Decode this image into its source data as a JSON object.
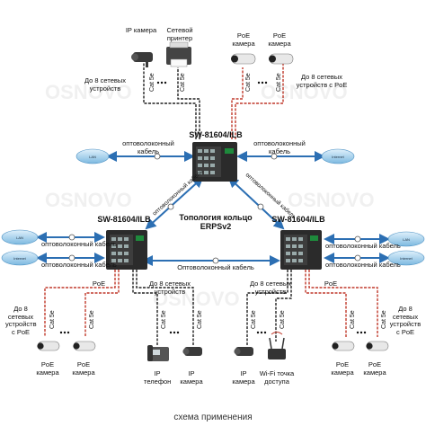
{
  "diagram": {
    "ring_title_line1": "Топология кольцо",
    "ring_title_line2": "ERPSv2",
    "switch_top_label": "SW-81604/ILB",
    "switch_left_label": "SW-81604/ILB",
    "switch_right_label": "SW-81604/ILB",
    "link_fiber_top_left": "оптоволоконный кабель",
    "link_fiber_top_right": "оптоволоконный кабель",
    "link_fiber_left_diag": "оптоволоконный кабель",
    "link_fiber_right_diag": "оптоволоконный кабель",
    "link_fiber_left_lan": "оптоволоконный кабель",
    "link_fiber_left_lan2": "оптоволоконный кабель",
    "link_fiber_bottom": "Оптоволоконный кабель",
    "link_fiber_right_lan": "оптоволоконный кабель",
    "link_fiber_right_lan2": "оптоволоконный кабель",
    "top_ip_camera": "IP камера",
    "top_printer": "Сетевой принтер",
    "top_poe_cameras": "PoE камера",
    "top_poe_cameras2": "PoE камера",
    "top_devices_left": "До 8 сетевых устройств",
    "top_devices_right": "До 8 сетевых устройств с PoE",
    "cat5e": "Cat 5e",
    "poe": "PoE",
    "left_devices": "До 8 сетевых устройств с PoE",
    "left_cam1": "PoE камера",
    "left_cam2": "PoE камера",
    "left_devices_mid": "До 8 сетевых устройств",
    "phone": "IP телефон",
    "left_ipcam": "IP камера",
    "right_devices_mid": "До 8 сетевых устройств",
    "right_ipcam": "IP камера",
    "wifi": "Wi-Fi точка доступа",
    "right_devices": "До 8 сетевых устройств с PoE",
    "right_cam1": "PoE камера",
    "right_cam2": "PoE камера",
    "cloud_lan": "LAN",
    "cloud_internet": "Internet",
    "footer_caption": "схема применения"
  },
  "colors": {
    "fiber": "#2c6fb3",
    "copper_red": "#c0392b",
    "copper_dark": "#222222",
    "cloud": "#7db9e0",
    "switch": "#2b2b2b"
  }
}
